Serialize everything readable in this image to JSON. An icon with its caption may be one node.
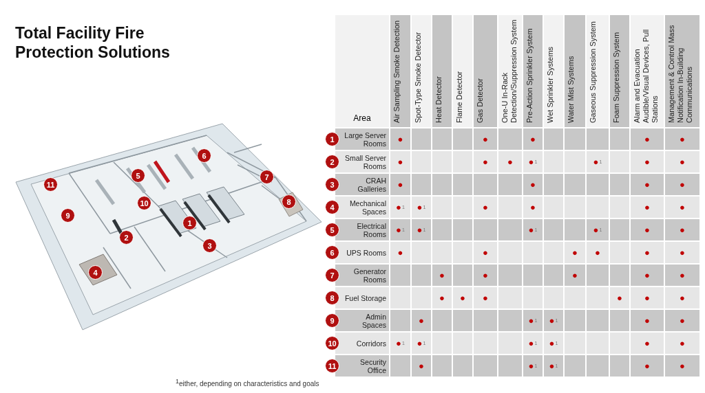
{
  "diagram": {
    "title": "Total Facility Fire Protection Solutions",
    "labels": [
      "1",
      "2",
      "3",
      "4",
      "5",
      "6",
      "7",
      "8",
      "9",
      "10",
      "11",
      "Area",
      "Air Sampling Smoke Detection",
      "Spot-Type Smoke Detector",
      "Heat Detector",
      "Flame Detector",
      "Gas Detector",
      "One-U In-Rack Detection/Suppression System",
      "Pre-Action Sprinkler System",
      "Wet Sprinkler Systems",
      "Water Mist Systems",
      "Gaseous Suppression System",
      "Foam Suppression System",
      "Alarm and Evacuation Audible/Visual Devices, Pull Stations",
      "Management & Control Mass Notification In-Building Communications",
      "1",
      "Large Server Rooms",
      "●",
      "●",
      "●",
      "●",
      "●",
      "2",
      "Small Server Rooms",
      "●",
      "●",
      "●",
      "●$^{1}$",
      "●$^{1}$",
      "●",
      "●",
      "3",
      "CRAH Galleries",
      "●",
      "●",
      "●",
      "●",
      "4",
      "Mechanical Spaces",
      "●$^{1}$",
      "●$^{1}$",
      "●",
      "●",
      "●",
      "●",
      "5",
      "Electrical Rooms",
      "●$^{1}$",
      "●$^{1}$",
      "●$^{1}$",
      "●$^{1}$",
      "●",
      "●",
      "6",
      "UPS Rooms",
      "●",
      "●",
      "●",
      "●",
      "●",
      "●",
      "7",
      "Generator Rooms",
      "●",
      "●",
      "●",
      "●",
      "●",
      "8",
      "Fuel Storage",
      "●",
      "●",
      "●",
      "●",
      "●",
      "●",
      "9",
      "Admin Spaces",
      "●",
      "●$^{1}$",
      "●$^{1}$",
      "●",
      "●",
      "10",
      "Corridors",
      "●$^{1}$",
      "●$^{1}$",
      "●$^{1}$",
      "●$^{1}$",
      "●",
      "●",
      "11",
      "Security Office",
      "●",
      "●$^{1}$",
      "●$^{1}$",
      "●",
      "●",
      "$^{1}$either, depending on characteristics and goals"
    ]
  }
}
